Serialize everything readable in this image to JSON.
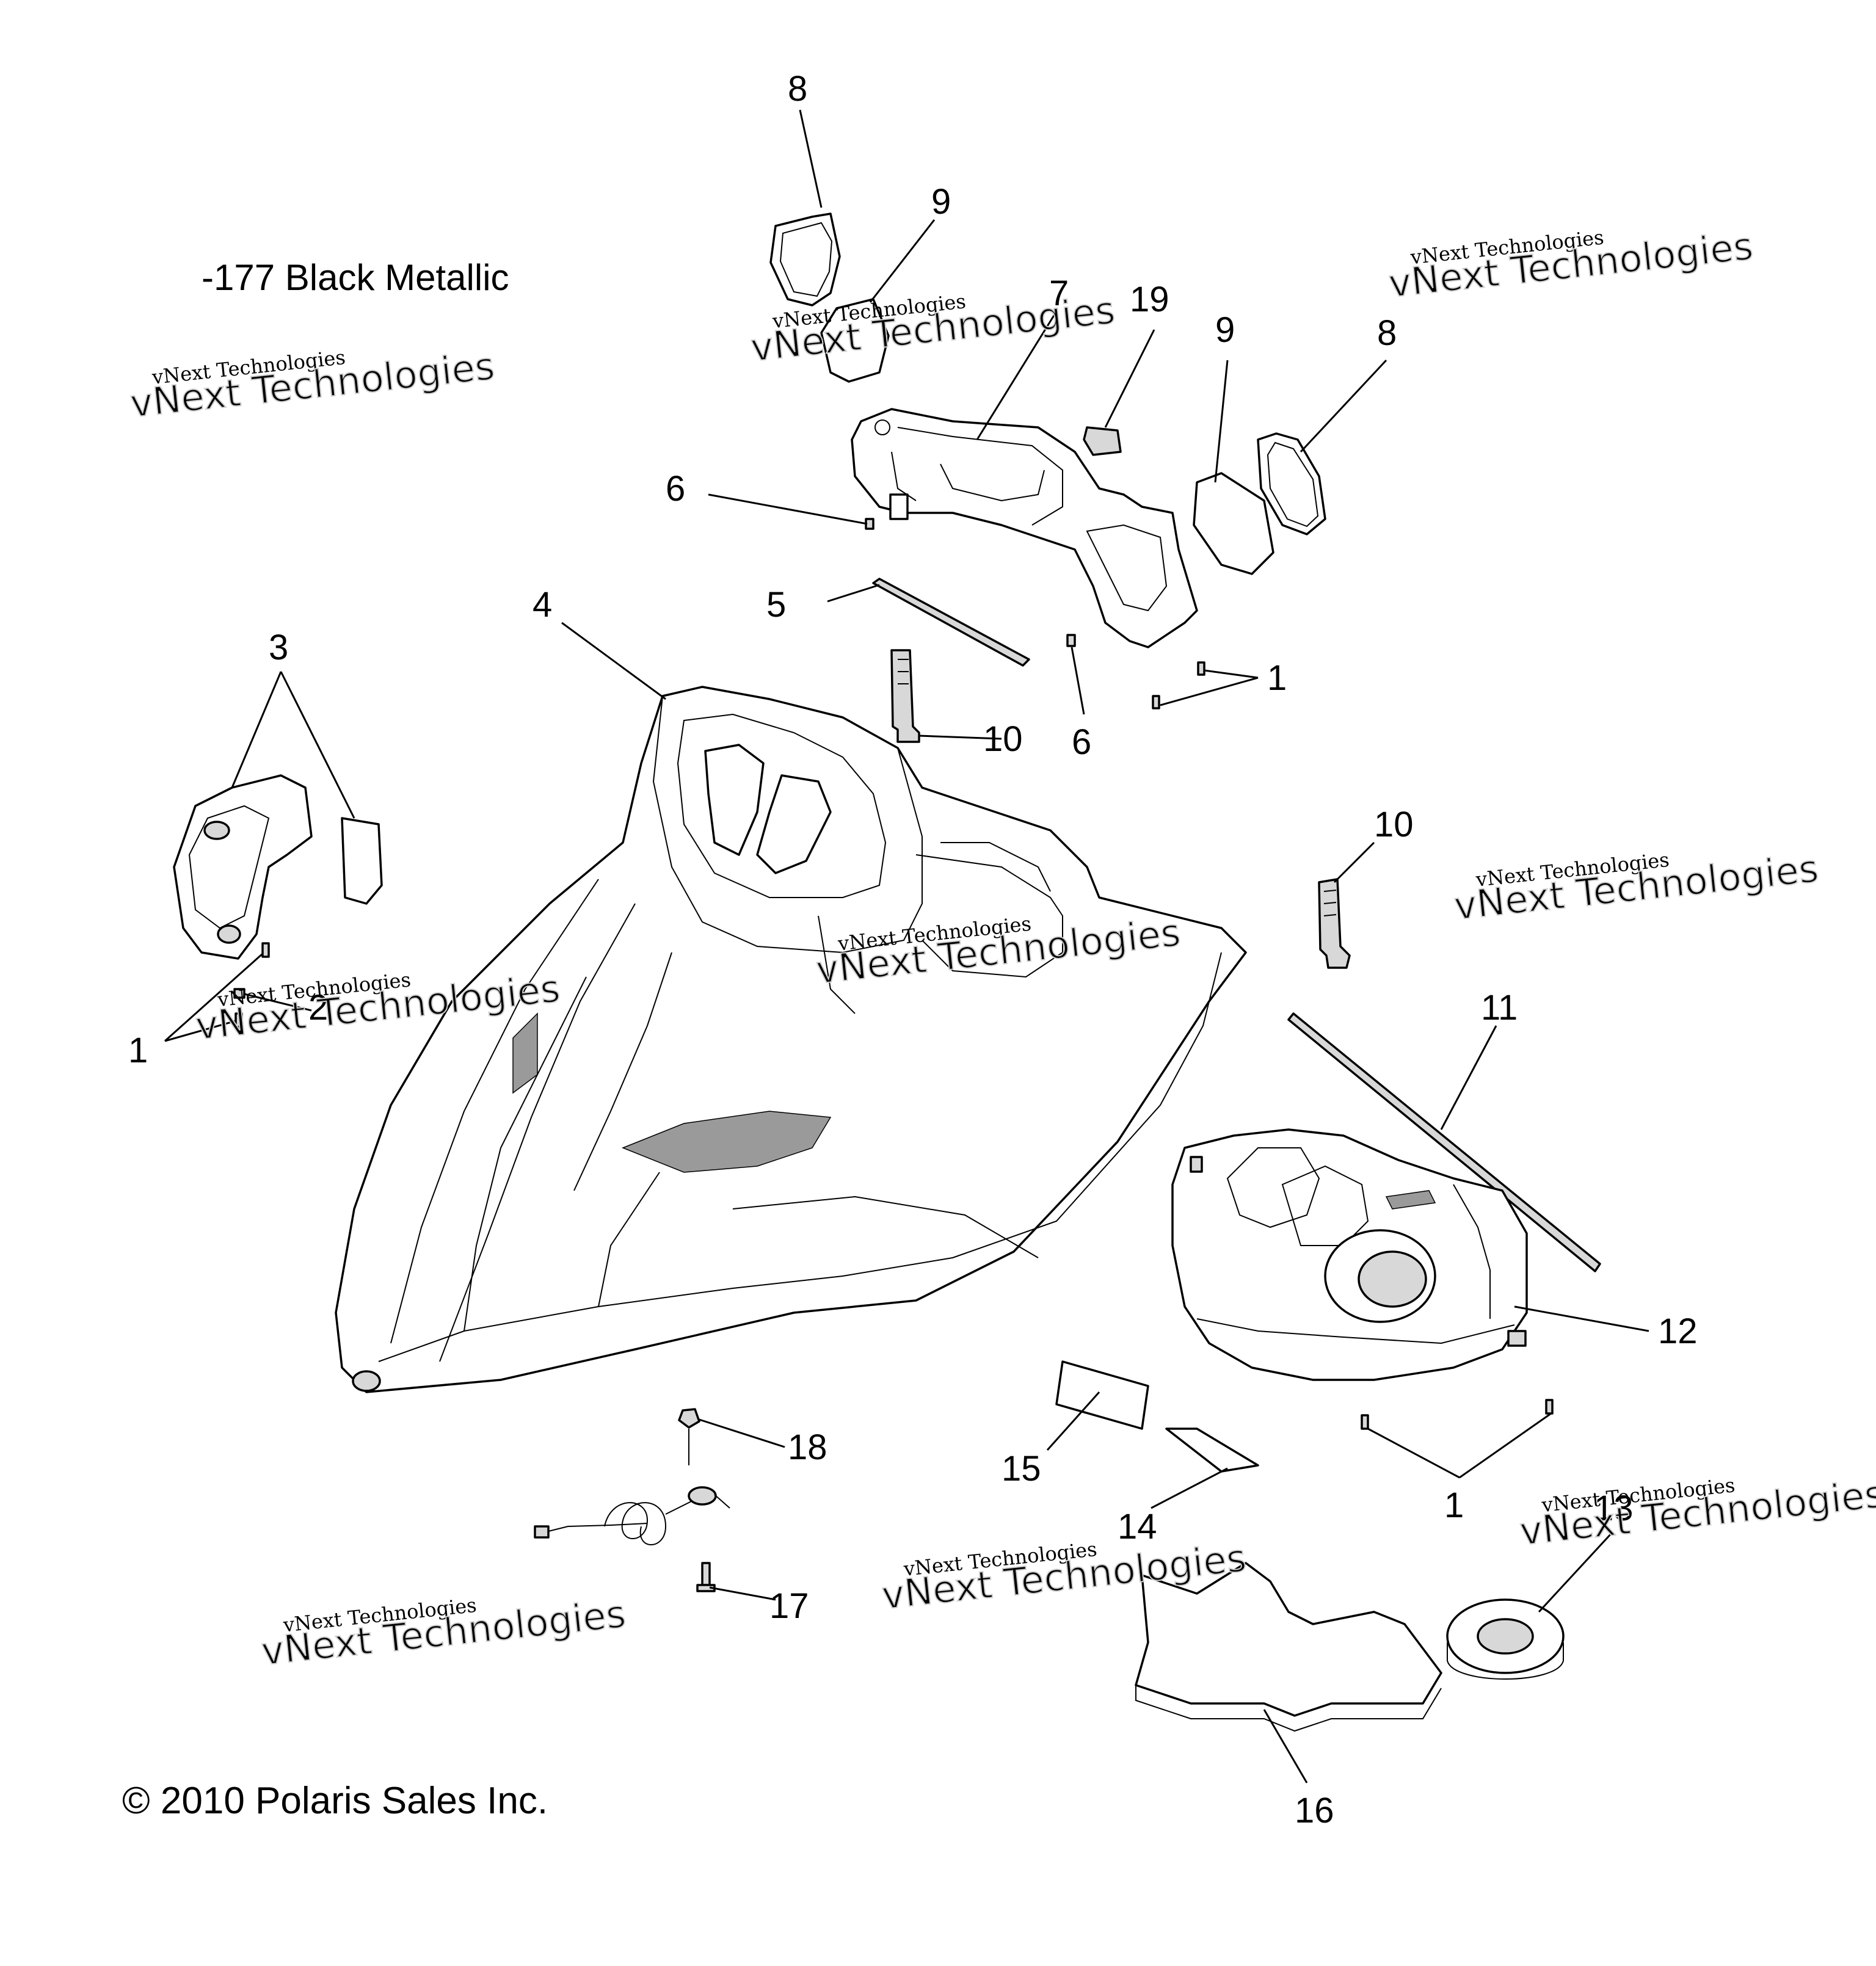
{
  "header": {
    "color_note": "-177  Black Metallic"
  },
  "footer": {
    "copyright": "© 2010 Polaris Sales Inc."
  },
  "watermark": {
    "line1": "vNext Technologies",
    "line2": "vNext Technologies"
  },
  "callouts": {
    "c8a": "8",
    "c9a": "9",
    "c7": "7",
    "c19": "19",
    "c9b": "9",
    "c8b": "8",
    "c6a": "6",
    "c5": "5",
    "c4": "4",
    "c3": "3",
    "c10a": "10",
    "c6b": "6",
    "c1a": "1",
    "c10b": "10",
    "c2": "2",
    "c1b": "1",
    "c11": "11",
    "c12": "12",
    "c18": "18",
    "c15": "15",
    "c14": "14",
    "c1c": "1",
    "c13": "13",
    "c17": "17",
    "c16": "16"
  }
}
